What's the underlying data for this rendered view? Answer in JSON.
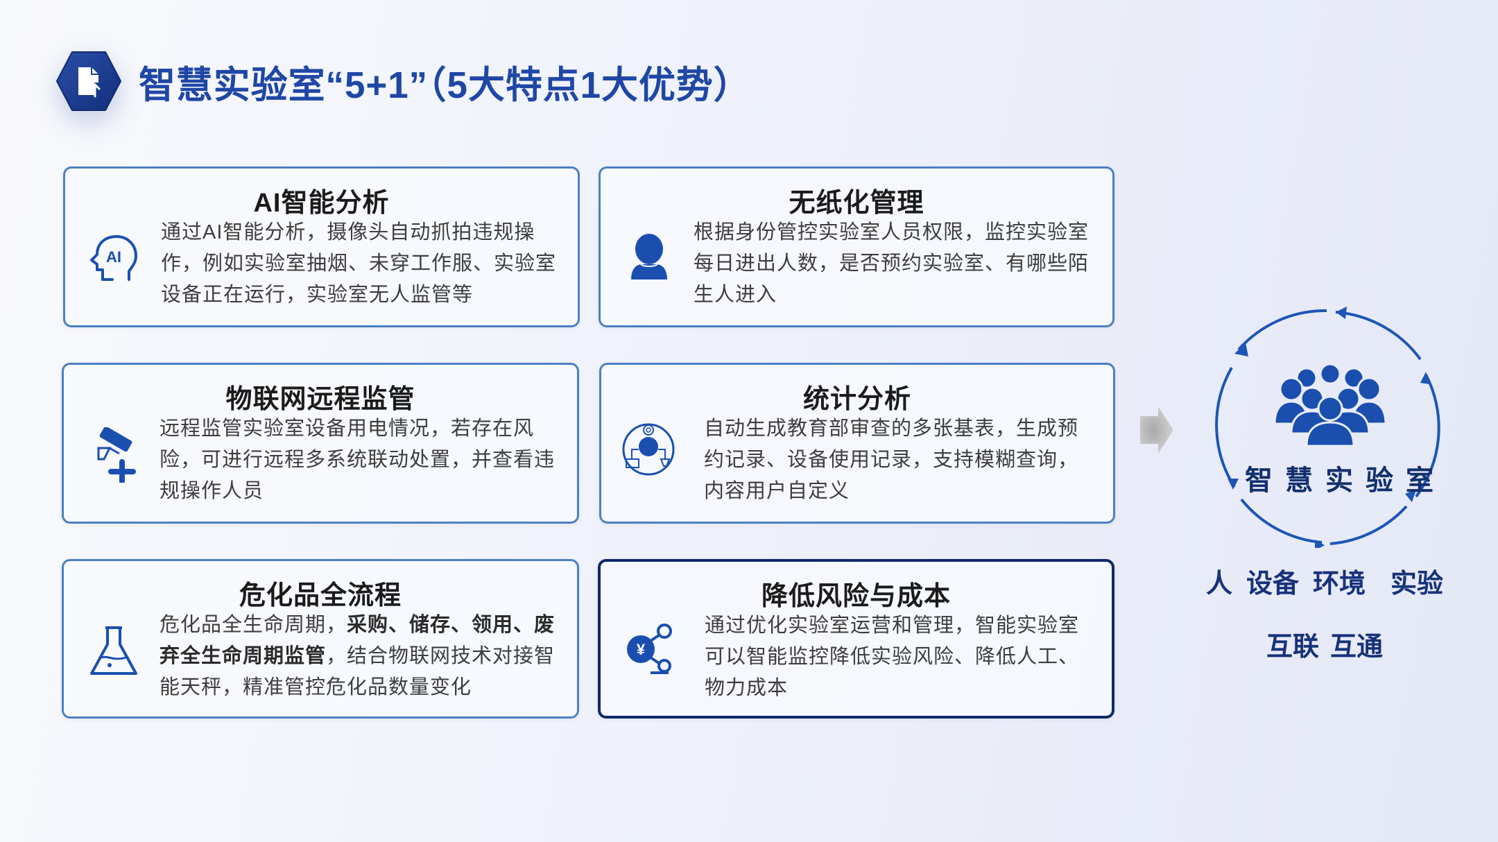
{
  "header": {
    "icon": "document-upload-icon",
    "title": "智慧实验室“5+1”（5大特点1大优势）"
  },
  "colors": {
    "accent": "#1f47a6",
    "card_border": "#4b7fc2",
    "card_border_highlight": "#0f2a6b",
    "icon_blue": "#1a4fb0",
    "text_body": "#3d3d3d"
  },
  "cards": [
    {
      "title": "AI智能分析",
      "icon": "ai-head-icon",
      "body": "通过AI智能分析，摄像头自动抓拍违规操作，例如实验室抽烟、未穿工作服、实验室设备正在运行，实验室无人监管等"
    },
    {
      "title": "无纸化管理",
      "icon": "user-icon",
      "body": "根据身份管控实验室人员权限，监控实验室每日进出人数，是否预约实验室、有哪些陌生人进入"
    },
    {
      "title": "物联网远程监管",
      "icon": "camera-plus-icon",
      "body": "远程监管实验室设备用电情况，若存在风险，可进行远程多系统联动处置，并查看违规操作人员"
    },
    {
      "title": "统计分析",
      "icon": "statistics-balance-icon",
      "body": "自动生成教育部审查的多张基表，生成预约记录、设备使用记录，支持模糊查询，内容用户自定义"
    },
    {
      "title": "危化品全流程",
      "icon": "flask-icon",
      "body_parts": [
        {
          "text": "危化品全生命周期，",
          "bold": false
        },
        {
          "text": "采购、储存、领用、废弃全生命周期监管",
          "bold": true
        },
        {
          "text": "，结合物联网技术对接智能天秤，精准管控危化品数量变化",
          "bold": false
        }
      ]
    },
    {
      "title": "降低风险与成本",
      "icon": "yuan-network-icon",
      "body": "通过优化实验室运营和管理，智能实验室可以智能监控降低实验风险、降低人工、物力成本"
    }
  ],
  "diagram": {
    "arrow_icon": "right-arrow-icon",
    "center_icon": "people-group-icon",
    "center_label": "智慧实验室",
    "cycle_icon": "cycle-arrows-icon",
    "tags_row1": [
      "人",
      "设备",
      "环境",
      "实验"
    ],
    "tags_row2": [
      "互联",
      "互通"
    ]
  }
}
